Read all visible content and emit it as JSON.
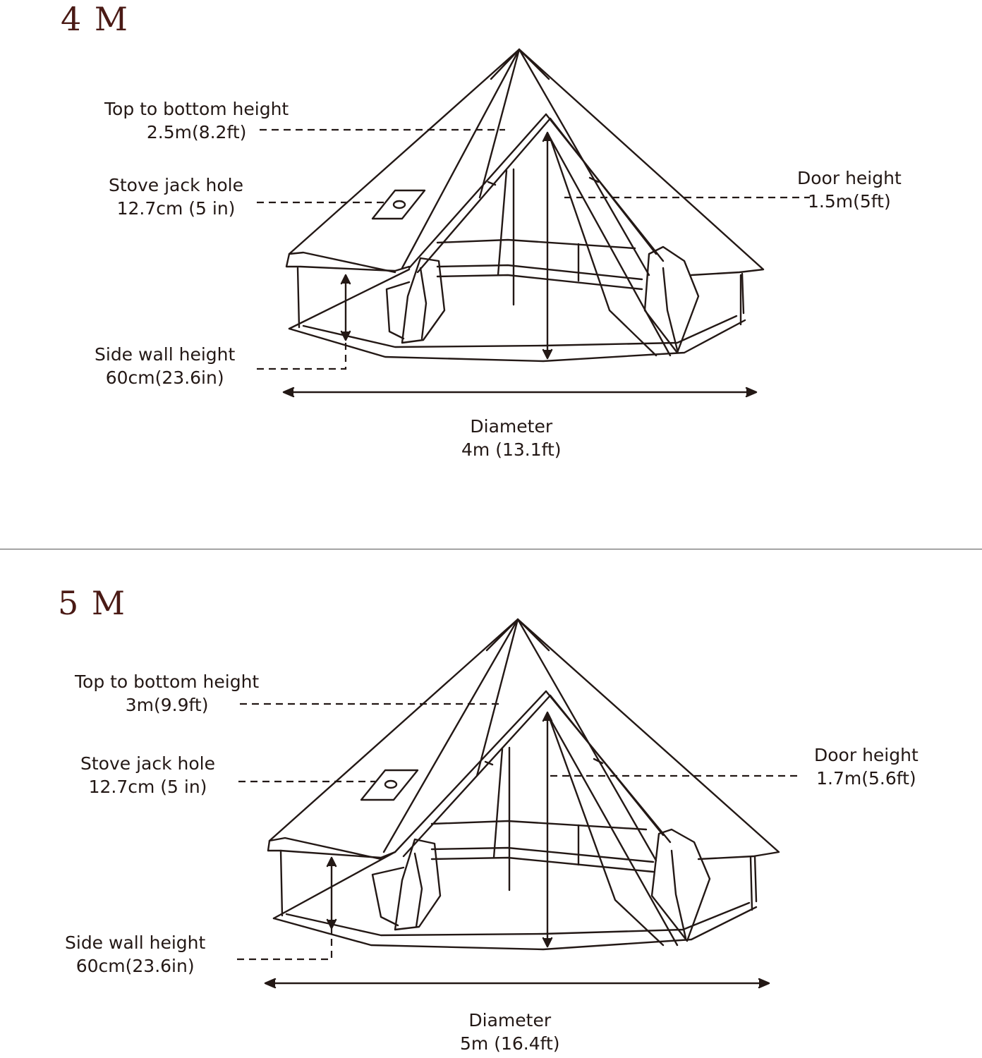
{
  "sections": [
    {
      "title": "4 M",
      "top_height": {
        "label": "Top to bottom height",
        "value": "2.5m(8.2ft)"
      },
      "stove_jack": {
        "label": "Stove jack hole",
        "value": "12.7cm (5 in)"
      },
      "door_height": {
        "label": "Door height",
        "value": "1.5m(5ft)"
      },
      "side_wall": {
        "label": "Side wall height",
        "value": "60cm(23.6in)"
      },
      "diameter": {
        "label": "Diameter",
        "value": "4m (13.1ft)"
      }
    },
    {
      "title": "5 M",
      "top_height": {
        "label": "Top to bottom height",
        "value": "3m(9.9ft)"
      },
      "stove_jack": {
        "label": "Stove jack hole",
        "value": "12.7cm (5 in)"
      },
      "door_height": {
        "label": "Door height",
        "value": "1.7m(5.6ft)"
      },
      "side_wall": {
        "label": "Side wall height",
        "value": "60cm(23.6in)"
      },
      "diameter": {
        "label": "Diameter",
        "value": "5m (16.4ft)"
      }
    }
  ],
  "colors": {
    "title": "#4a1a15",
    "line": "#231815"
  }
}
